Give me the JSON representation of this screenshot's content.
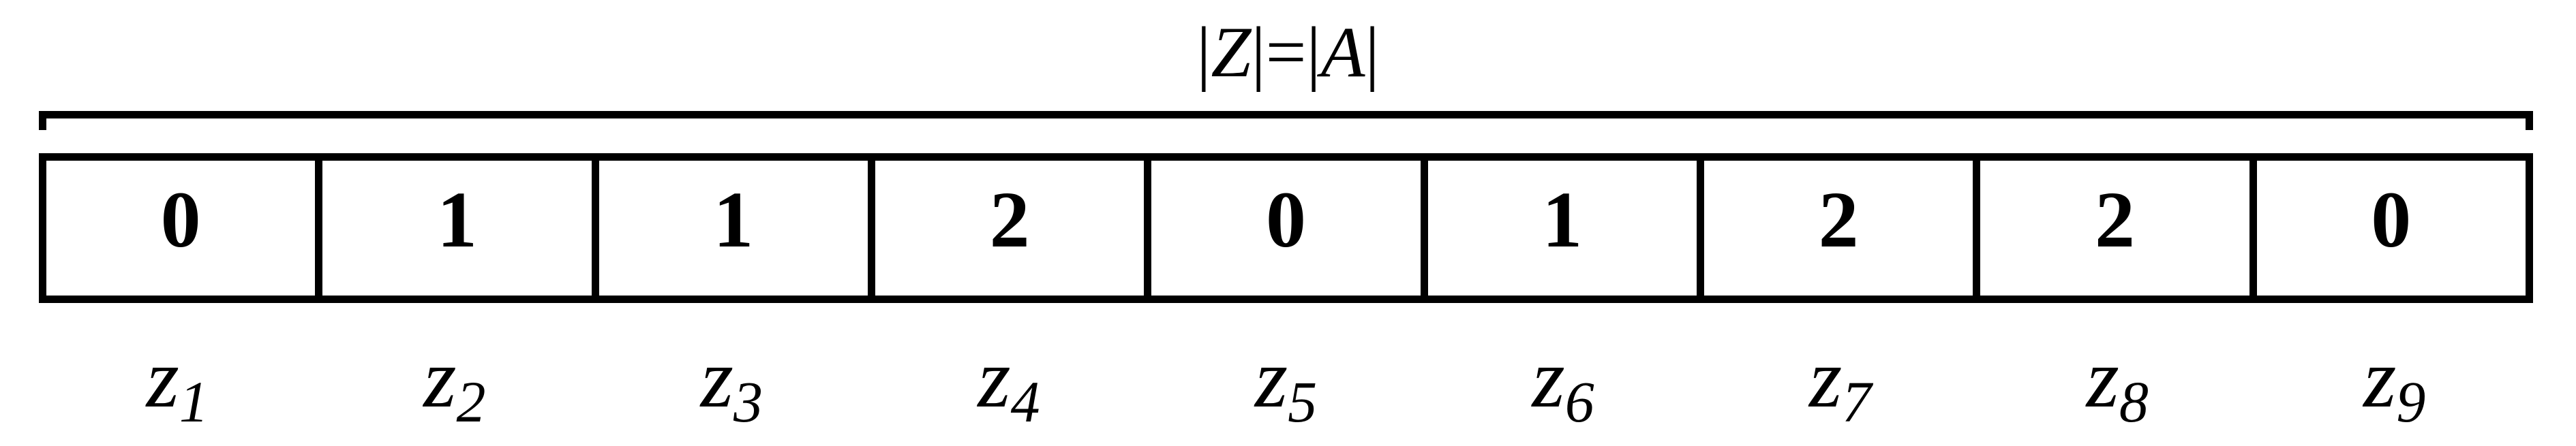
{
  "title": "|Z|=|A|",
  "array": {
    "cells": [
      "0",
      "1",
      "1",
      "2",
      "0",
      "1",
      "2",
      "2",
      "0"
    ],
    "labels": [
      {
        "base": "z",
        "sub": "1"
      },
      {
        "base": "z",
        "sub": "2"
      },
      {
        "base": "z",
        "sub": "3"
      },
      {
        "base": "z",
        "sub": "4"
      },
      {
        "base": "z",
        "sub": "5"
      },
      {
        "base": "z",
        "sub": "6"
      },
      {
        "base": "z",
        "sub": "7"
      },
      {
        "base": "z",
        "sub": "8"
      },
      {
        "base": "z",
        "sub": "9"
      }
    ]
  },
  "colors": {
    "line": "#000000",
    "background": "#ffffff"
  }
}
